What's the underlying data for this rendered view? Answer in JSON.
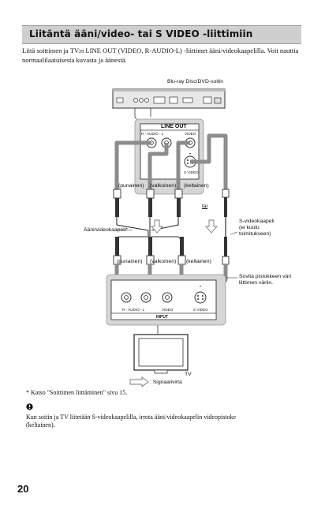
{
  "section_title": "Liitäntä ääni/video- tai S VIDEO -liittimiin",
  "intro_text": "Liitä soittimen ja TV:n LINE OUT (VIDEO, R-AUDIO-L) -liittimet ääni/videokaapelilla. Voit nauttia normaalilaatuisesta kuvasta ja äänestä.",
  "diagram": {
    "player_label": "Blu-ray Disc/DVD-soitin",
    "line_out_label": "LINE OUT",
    "r_audio_l_top": "R - AUDIO - L",
    "video_top": "VIDEO",
    "s_video_top": "S VIDEO",
    "cable_colors_top": [
      "(punainen)",
      "(valkoinen)",
      "(keltainen)"
    ],
    "or_label": "tai",
    "av_cable_label": "Ääni/videokaapeli*",
    "s_video_cable_label": "S-videokaapeli\n(ei kuulu\ntoimitukseen)",
    "cable_colors_bottom": [
      "(punainen)",
      "(valkoinen)",
      "(keltainen)"
    ],
    "match_colors_label": "Sovita pistokkeen väri\nliittimen väriin.",
    "r_audio_l_bottom": "R - AUDIO - L",
    "video_bottom": "VIDEO",
    "s_video_bottom": "S VIDEO",
    "input_label": "INPUT",
    "tv_label": "TV",
    "signal_flow_label": ": Signaalivirta"
  },
  "footnote": "* Katso \"Soittimen liittäminen\" sivu 15.",
  "tip_icon": "tip-icon",
  "tip_text": "Kun soitin ja TV liitetään S-videokaapelilla, irrota ääni/videokaapelin videopistoke (keltainen).",
  "page_number": "20"
}
